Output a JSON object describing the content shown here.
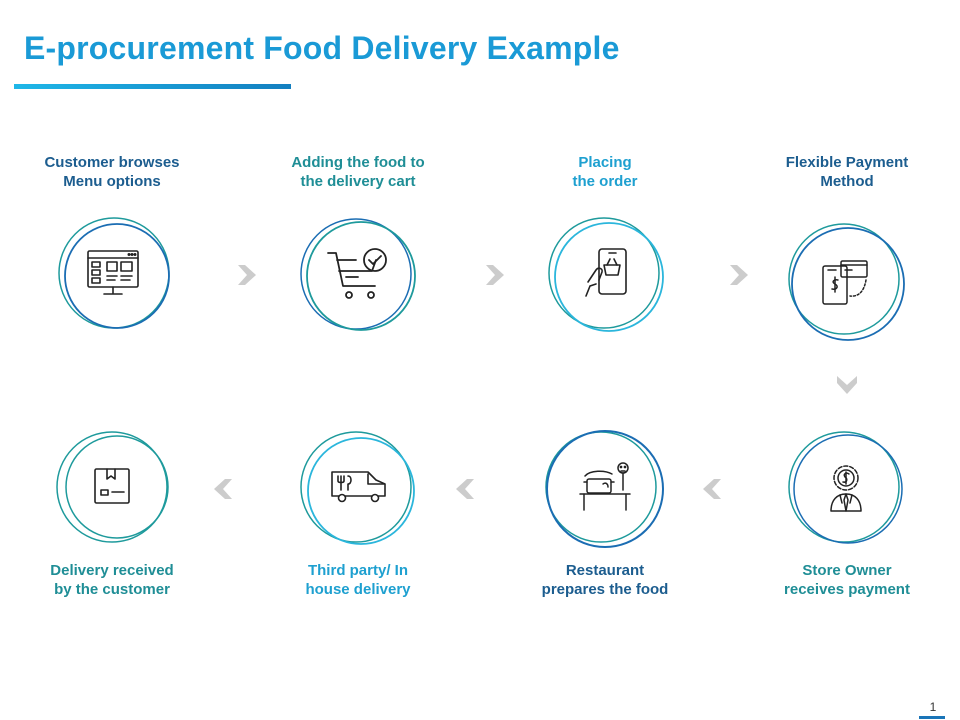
{
  "title": "E-procurement Food Delivery Example",
  "colors": {
    "title": "#1a9ad6",
    "label_dark": "#1c5d8f",
    "label_teal": "#1f8e96",
    "label_light": "#1ea0d0",
    "ring_blue": "#1b6db3",
    "ring_teal": "#1e9a9c",
    "ring_light": "#2bb6dc",
    "arrow": "#cccccc",
    "icon": "#222222"
  },
  "steps": [
    {
      "label": "Customer browses\nMenu options",
      "icon": "browser-menu-icon"
    },
    {
      "label": "Adding the food to\nthe delivery cart",
      "icon": "cart-check-icon"
    },
    {
      "label": "Placing\nthe order",
      "icon": "phone-order-icon"
    },
    {
      "label": "Flexible Payment\nMethod",
      "icon": "payment-card-icon"
    },
    {
      "label": "Store Owner\nreceives payment",
      "icon": "store-owner-icon"
    },
    {
      "label": "Restaurant\nprepares the food",
      "icon": "cooking-pot-icon"
    },
    {
      "label": "Third party/ In\nhouse delivery",
      "icon": "delivery-van-icon"
    },
    {
      "label": "Delivery received\nby the customer",
      "icon": "package-box-icon"
    }
  ],
  "page_number": "1"
}
